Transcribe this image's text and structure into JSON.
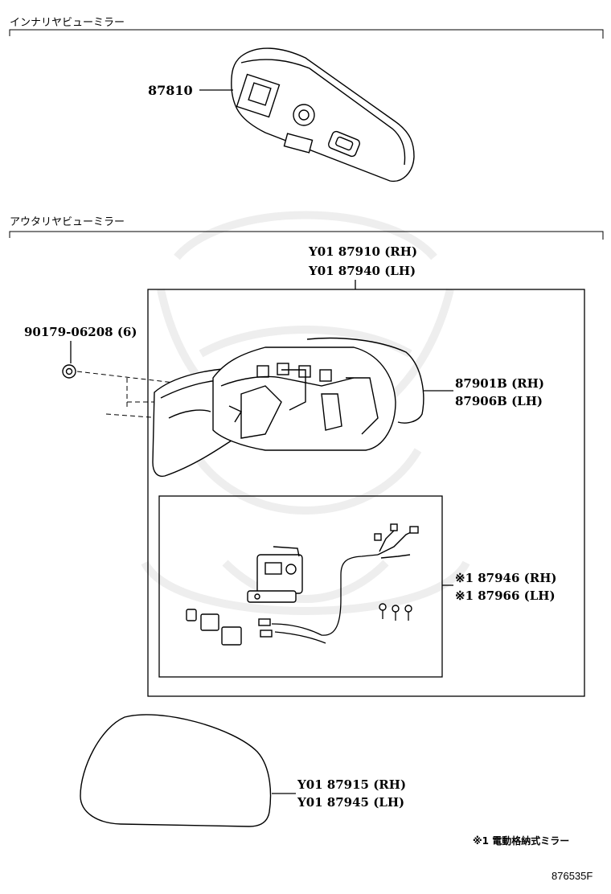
{
  "sections": {
    "inner_mirror": {
      "title": "インナリヤビューミラー"
    },
    "outer_mirror": {
      "title": "アウタリヤビューミラー"
    }
  },
  "parts": {
    "inner_mirror": {
      "number": "87810"
    },
    "outer_assembly": {
      "rh": "Y01 87910 (RH)",
      "lh": "Y01 87940 (LH)"
    },
    "screw": {
      "number": "90179-06208 (6)"
    },
    "cover": {
      "rh": "87901B (RH)",
      "lh": "87906B (LH)"
    },
    "retractor": {
      "rh": "※1 87946 (RH)",
      "lh": "※1 87966 (LH)"
    },
    "mirror_glass": {
      "rh": "Y01 87915 (RH)",
      "lh": "Y01 87945 (LH)"
    }
  },
  "footnote": "※1 電動格納式ミラー",
  "figure_code": "876535F",
  "icons": {
    "inner_mirror": "rear-view-mirror-icon",
    "outer_mirror": "door-mirror-housing-icon",
    "screw": "screw-icon",
    "motor": "mirror-motor-icon",
    "glass": "mirror-glass-icon"
  }
}
